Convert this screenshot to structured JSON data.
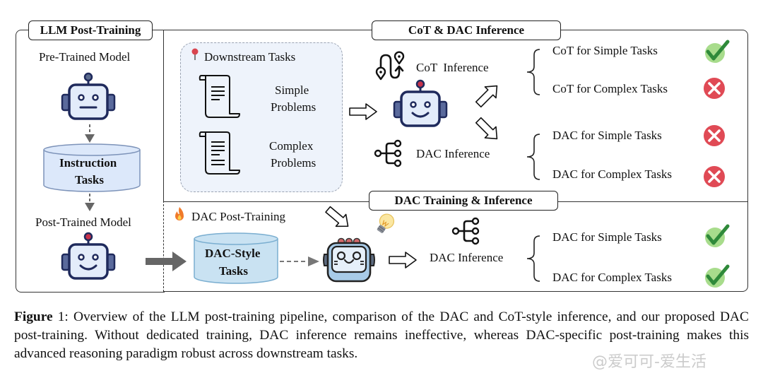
{
  "sections": {
    "llm_post_training": {
      "title": "LLM Post-Training",
      "pre_trained_model": "Pre-Trained Model",
      "instruction_tasks": [
        "Instruction",
        "Tasks"
      ],
      "post_trained_model": "Post-Trained Model"
    },
    "cot_dac_inference": {
      "title": "CoT & DAC Inference",
      "downstream_title": "Downstream Tasks",
      "simple_problems": [
        "Simple",
        "Problems"
      ],
      "complex_problems": [
        "Complex",
        "Problems"
      ],
      "cot_inference": "CoT  Inference",
      "dac_inference": "DAC Inference",
      "outcomes": [
        {
          "label": "CoT for Simple Tasks",
          "result": "success"
        },
        {
          "label": "CoT for Complex Tasks",
          "result": "failure"
        },
        {
          "label": "DAC for Simple Tasks",
          "result": "failure"
        },
        {
          "label": "DAC for Complex Tasks",
          "result": "failure"
        }
      ]
    },
    "dac_training_inference": {
      "title": "DAC Training & Inference",
      "dac_post_training": "DAC Post-Training",
      "dac_style_tasks": [
        "DAC-Style",
        "Tasks"
      ],
      "dac_inference": "DAC Inference",
      "outcomes": [
        {
          "label": "DAC for Simple Tasks",
          "result": "success"
        },
        {
          "label": "DAC for Complex Tasks",
          "result": "success"
        }
      ]
    }
  },
  "icons": {
    "robot": "robot-icon",
    "pin": "map-pin-icon",
    "scroll": "scroll-document-icon",
    "route": "route-icon",
    "tree": "branching-tree-icon",
    "check": "check-icon",
    "cross": "cross-icon",
    "fire": "fire-icon",
    "bulb": "lightbulb-icon"
  },
  "colors": {
    "success_bg": "#a8dc8c",
    "success_mark": "#2f8a3a",
    "failure_bg": "#e04a55",
    "robot_fill": "#e3ecfa",
    "robot_stroke": "#1f2a5c",
    "antenna_red": "#c8324a",
    "db_fill": "#dce8fa",
    "db_style_fill": "#c9e2f2",
    "downstream_bg": "#eef3fb"
  },
  "caption": {
    "figure_label": "Figure",
    "figure_number": "1:",
    "text": "Overview of the LLM post-training pipeline, comparison of the DAC and CoT-style inference, and our proposed DAC post-training. Without dedicated training, DAC inference remains ineffective, whereas DAC-specific post-training makes this advanced reasoning paradigm robust across downstream tasks."
  },
  "watermark": "@爱可可-爱生活"
}
